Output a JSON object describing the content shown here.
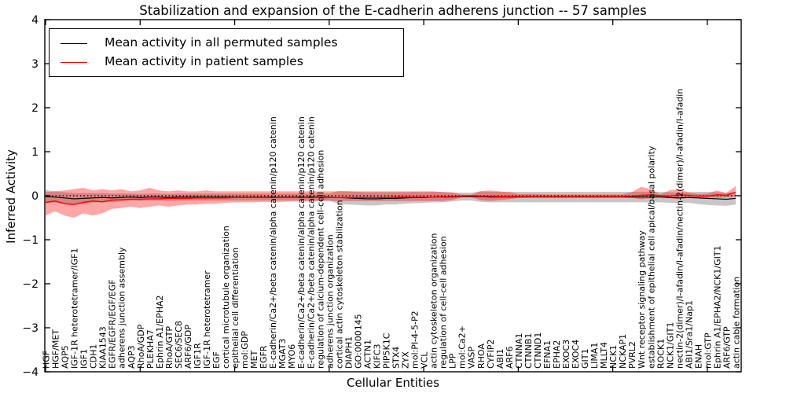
{
  "title": "Stabilization and expansion of the E-cadherin adherens junction -- 57 samples",
  "xlabel": "Cellular Entities",
  "ylabel": "Inferred Activity",
  "legend": {
    "permuted": "Mean activity in all permuted samples",
    "patient": "Mean activity in patient samples"
  },
  "colors": {
    "permuted_line": "#000000",
    "permuted_band": "#bbbbbb",
    "patient_line": "#ff0000",
    "patient_band": "#f08080",
    "axis": "#000000"
  },
  "chart_data": {
    "type": "line",
    "title": "Stabilization and expansion of the E-cadherin adherens junction -- 57 samples",
    "xlabel": "Cellular Entities",
    "ylabel": "Inferred Activity",
    "ylim": [
      -4,
      4
    ],
    "yticks": [
      -4,
      -3,
      -2,
      -1,
      0,
      1,
      2,
      3,
      4
    ],
    "xtick_indices": [
      0,
      10,
      20,
      30,
      40,
      50,
      60,
      70
    ],
    "grid": false,
    "zero_line": "dotted",
    "legend_position": "upper left",
    "categories": [
      "HGF",
      "HGF/MET",
      "AQP5",
      "IGF-1R heterotetramer/IGF1",
      "IGF1",
      "CDH1",
      "KIAA1543",
      "EGFR/EGFR/EGF/EGF",
      "adherens junction assembly",
      "AQP3",
      "RhoA/GDP",
      "PLEKHA7",
      "Ephrin A1/EPHA2",
      "RhoA/GTP",
      "SEC6/SEC8",
      "ARF6/GDP",
      "IGF1R",
      "IGF-1R heterotetramer",
      "EGF",
      "cortical microtubule organization",
      "epithelial cell differentiation",
      "mol:GDP",
      "MET",
      "EGFR",
      "E-cadherin/Ca2+/beta catenin/alpha catenin/p120 catenin",
      "MGAT3",
      "MYO6",
      "E-cadherin/Ca2+/beta catenin/alpha catenin/p120 catenin",
      "E-cadherin/Ca2+/beta catenin/alpha catenin/p120 catenin",
      "regulation of calcium-dependent cell-cell adhesion",
      "adherens junction organization",
      "cortical actin cytoskeleton stabilization",
      "DIAPH1",
      "GO:0000145",
      "ACTN1",
      "KIFC3",
      "PIP5K1C",
      "STX4",
      "ZYX",
      "mol:PI-4-5-P2",
      "VCL",
      "actin cytoskeleton organization",
      "regulation of cell-cell adhesion",
      "LPP",
      "mol:Ca2+",
      "VASP",
      "RHOA",
      "CYFIP2",
      "ABI1",
      "ARF6",
      "CTNNA1",
      "CTNNB1",
      "CTNND1",
      "EFNA1",
      "EPHA2",
      "EXOC3",
      "EXOC4",
      "GIT1",
      "LIMA1",
      "MLLT4",
      "NCK1",
      "NCKAP1",
      "PVRL2",
      "Wnt receptor signaling pathway",
      "establishment of epithelial cell apical/basal polarity",
      "ROCK1",
      "NCK1/GIT1",
      "nectin-2(dimer)/I-afadin/I-afadin/nectin-2(dimer)/I-afadin/I-afadin",
      "ABI1/Sra1/Nap1",
      "ENAH",
      "mol:GTP",
      "Ephrin A1/EPHA2/NCK1/GIT1",
      "ARF6/GTP",
      "actin cable formation"
    ],
    "series": [
      {
        "name": "Mean activity in all permuted samples",
        "color": "#000000",
        "values": [
          -0.02,
          -0.03,
          -0.05,
          -0.07,
          -0.06,
          -0.05,
          -0.04,
          -0.05,
          -0.04,
          -0.03,
          -0.04,
          -0.03,
          -0.03,
          -0.04,
          -0.03,
          -0.03,
          -0.03,
          -0.03,
          -0.03,
          -0.03,
          -0.03,
          -0.03,
          -0.03,
          -0.03,
          -0.03,
          -0.03,
          -0.03,
          -0.03,
          -0.03,
          -0.03,
          -0.03,
          -0.04,
          -0.05,
          -0.06,
          -0.07,
          -0.07,
          -0.06,
          -0.06,
          -0.05,
          -0.04,
          -0.04,
          -0.03,
          -0.03,
          -0.03,
          -0.02,
          -0.02,
          -0.02,
          -0.03,
          -0.03,
          -0.03,
          -0.03,
          -0.03,
          -0.03,
          -0.03,
          -0.03,
          -0.03,
          -0.03,
          -0.03,
          -0.03,
          -0.03,
          -0.03,
          -0.03,
          -0.03,
          -0.03,
          -0.03,
          -0.03,
          -0.04,
          -0.05,
          -0.04,
          -0.05,
          -0.06,
          -0.07,
          -0.08,
          -0.06
        ],
        "band_half": [
          0.15,
          0.13,
          0.13,
          0.13,
          0.12,
          0.11,
          0.1,
          0.1,
          0.09,
          0.08,
          0.08,
          0.08,
          0.08,
          0.08,
          0.08,
          0.08,
          0.08,
          0.08,
          0.08,
          0.08,
          0.08,
          0.08,
          0.08,
          0.08,
          0.08,
          0.08,
          0.08,
          0.08,
          0.08,
          0.08,
          0.08,
          0.15,
          0.15,
          0.15,
          0.15,
          0.15,
          0.14,
          0.14,
          0.13,
          0.13,
          0.12,
          0.12,
          0.12,
          0.1,
          0.09,
          0.09,
          0.12,
          0.12,
          0.12,
          0.12,
          0.12,
          0.12,
          0.12,
          0.12,
          0.12,
          0.12,
          0.12,
          0.12,
          0.12,
          0.12,
          0.12,
          0.12,
          0.12,
          0.12,
          0.12,
          0.12,
          0.12,
          0.12,
          0.12,
          0.14,
          0.15,
          0.15,
          0.15,
          0.14
        ]
      },
      {
        "name": "Mean activity in patient samples",
        "color": "#ff0000",
        "values": [
          -0.15,
          -0.12,
          -0.18,
          -0.2,
          -0.15,
          -0.12,
          -0.14,
          -0.1,
          -0.09,
          -0.08,
          -0.08,
          -0.07,
          -0.07,
          -0.06,
          -0.06,
          -0.06,
          -0.05,
          -0.05,
          -0.05,
          -0.05,
          -0.04,
          -0.04,
          -0.04,
          -0.04,
          -0.04,
          -0.04,
          -0.04,
          -0.04,
          -0.04,
          -0.04,
          -0.04,
          -0.04,
          -0.04,
          -0.04,
          -0.04,
          -0.04,
          -0.04,
          -0.03,
          -0.03,
          -0.03,
          -0.03,
          -0.03,
          -0.02,
          -0.02,
          -0.01,
          0.0,
          -0.01,
          -0.01,
          -0.02,
          -0.02,
          -0.02,
          -0.02,
          -0.02,
          -0.02,
          -0.02,
          -0.02,
          -0.02,
          -0.02,
          -0.02,
          -0.02,
          -0.02,
          -0.02,
          -0.01,
          0.01,
          0.02,
          0.0,
          -0.01,
          0.02,
          0.01,
          -0.01,
          -0.01,
          0.02,
          0.01,
          0.08
        ],
        "band_lo": [
          -0.45,
          -0.35,
          -0.45,
          -0.5,
          -0.4,
          -0.45,
          -0.4,
          -0.3,
          -0.28,
          -0.25,
          -0.28,
          -0.25,
          -0.22,
          -0.25,
          -0.22,
          -0.2,
          -0.2,
          -0.18,
          -0.18,
          -0.16,
          -0.15,
          -0.15,
          -0.15,
          -0.14,
          -0.14,
          -0.14,
          -0.13,
          -0.13,
          -0.13,
          -0.12,
          -0.12,
          -0.12,
          -0.12,
          -0.12,
          -0.12,
          -0.12,
          -0.12,
          -0.12,
          -0.12,
          -0.12,
          -0.12,
          -0.12,
          -0.12,
          -0.1,
          -0.04,
          -0.03,
          -0.1,
          -0.12,
          -0.1,
          -0.08,
          -0.05,
          -0.04,
          -0.04,
          -0.04,
          -0.04,
          -0.04,
          -0.04,
          -0.04,
          -0.04,
          -0.04,
          -0.04,
          -0.04,
          -0.05,
          -0.08,
          -0.06,
          -0.03,
          -0.06,
          -0.08,
          -0.05,
          -0.04,
          -0.04,
          -0.05,
          -0.04,
          -0.02
        ],
        "band_hi": [
          0.08,
          0.1,
          0.12,
          0.15,
          0.18,
          0.12,
          0.15,
          0.12,
          0.15,
          0.1,
          0.12,
          0.18,
          0.12,
          0.1,
          0.12,
          0.1,
          0.1,
          0.12,
          0.1,
          0.1,
          0.1,
          0.1,
          0.1,
          0.1,
          0.1,
          0.1,
          0.1,
          0.1,
          0.1,
          0.1,
          0.1,
          0.1,
          0.1,
          0.1,
          0.1,
          0.1,
          0.1,
          0.1,
          0.1,
          0.1,
          0.1,
          0.1,
          0.08,
          0.08,
          0.03,
          0.02,
          0.1,
          0.12,
          0.1,
          0.08,
          0.04,
          0.04,
          0.04,
          0.03,
          0.03,
          0.03,
          0.03,
          0.03,
          0.03,
          0.03,
          0.03,
          0.03,
          0.08,
          0.2,
          0.15,
          0.03,
          0.12,
          0.15,
          0.08,
          0.04,
          0.05,
          0.12,
          0.06,
          0.22
        ]
      }
    ]
  }
}
